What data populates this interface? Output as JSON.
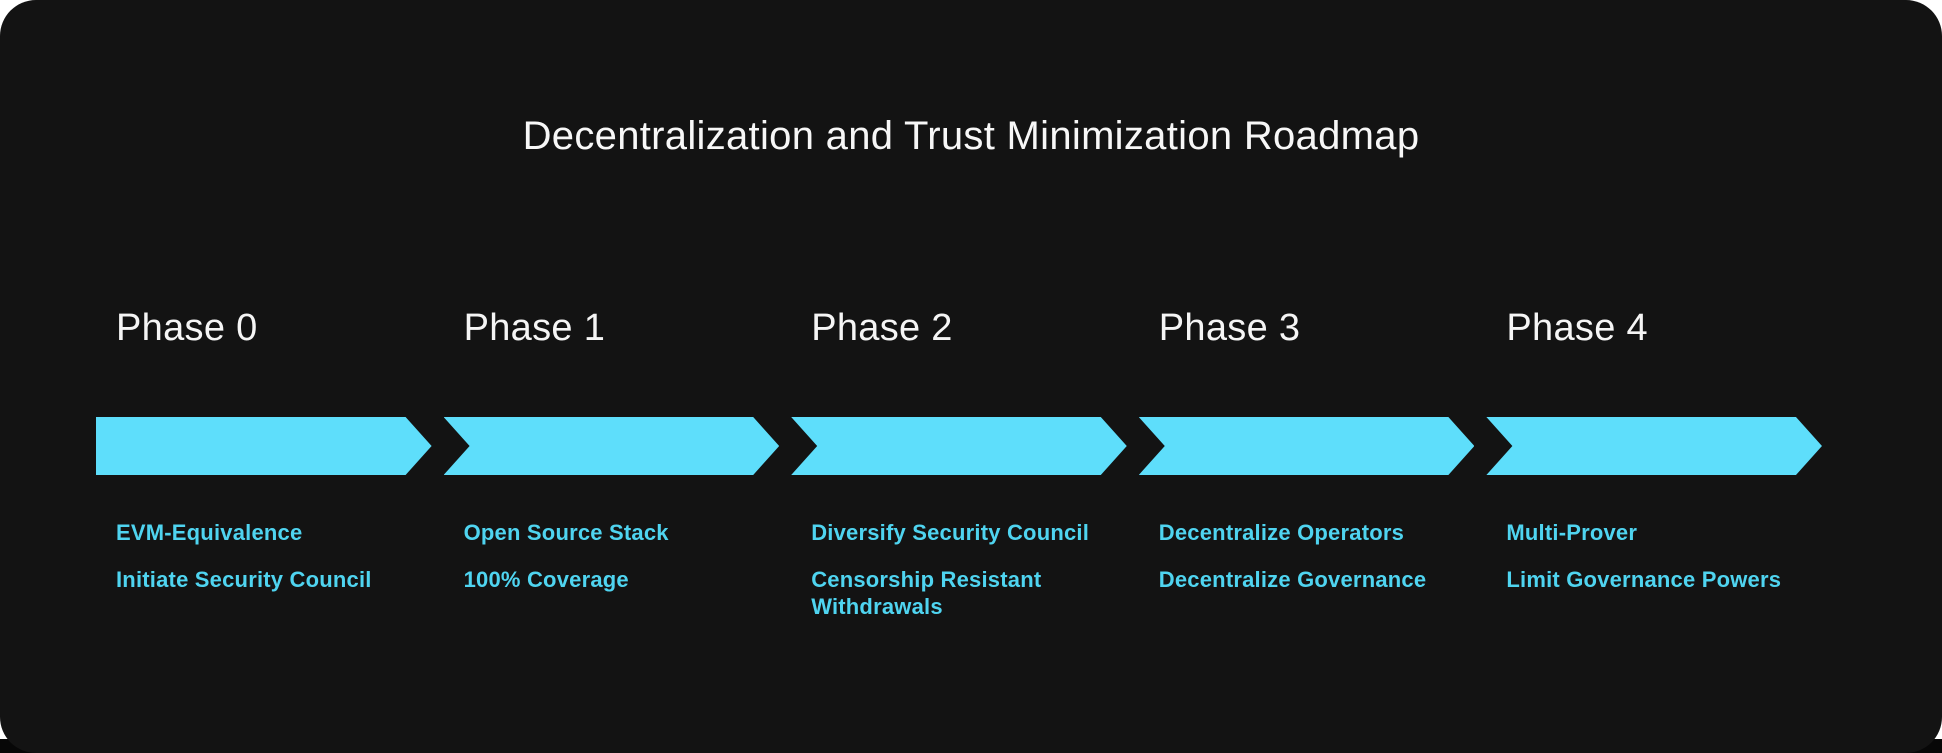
{
  "page": {
    "title": "Decentralization and Trust Minimization Roadmap"
  },
  "colors": {
    "card_background": "#131313",
    "arrow_fill": "#5EDEFB",
    "item_text": "#4FD4F0",
    "heading_text": "#F7F7F7"
  },
  "phases": [
    {
      "label": "Phase 0",
      "items": [
        "EVM-Equivalence",
        "Initiate Security Council"
      ]
    },
    {
      "label": "Phase 1",
      "items": [
        "Open Source Stack",
        "100% Coverage"
      ]
    },
    {
      "label": "Phase 2",
      "items": [
        "Diversify Security Council",
        "Censorship Resistant Withdrawals"
      ]
    },
    {
      "label": "Phase 3",
      "items": [
        "Decentralize Operators",
        "Decentralize Governance"
      ]
    },
    {
      "label": "Phase 4",
      "items": [
        "Multi-Prover",
        "Limit Governance Powers"
      ]
    }
  ]
}
